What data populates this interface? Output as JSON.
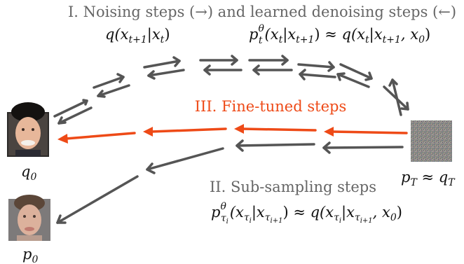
{
  "headings": {
    "noising": "I. Noising steps (→) and learned denoising steps (←)",
    "finetuned": "III. Fine-tuned steps",
    "subsampling": "II. Sub-sampling steps"
  },
  "math": {
    "forward_q": "q(x_{t+1}|x_t)",
    "reverse_p": "p_t^θ(x_t|x_{t+1}) ≈ q(x_t|x_{t+1}, x_0)",
    "subsample_p": "p_{τ_i}^θ(x_{τ_i}|x_{τ_{i+1}}) ≈ q(x_{τ_i}|x_{τ_{i+1}}, x_0)",
    "q0_label": "q₀",
    "p0_label": "p₀",
    "pT_label": "p_T ≈ q_T"
  },
  "colors": {
    "gray_arrow": "#555555",
    "finetuned_red": "#ee4a17",
    "heading_gray": "#666666",
    "heading_red": "#ee4a17",
    "math_black": "#111111"
  },
  "images": {
    "q0": "face-photo-data-sample",
    "p0": "face-photo-generated-sample",
    "pT": "gaussian-noise-image"
  }
}
